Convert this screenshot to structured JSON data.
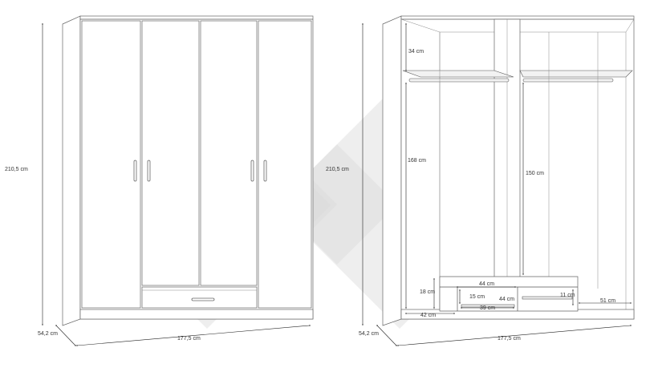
{
  "colors": {
    "line": "#555555",
    "dimension": "#222222",
    "watermark": "#d9d9d9",
    "background": "#ffffff"
  },
  "left_view": {
    "height_label": "210,5 cm",
    "depth_label": "54,2 cm",
    "width_label": "177,5 cm"
  },
  "right_view": {
    "height_label": "210,5 cm",
    "depth_label": "54,2 cm",
    "width_label": "177,5 cm",
    "top_shelf_label": "34 cm",
    "left_hang_label": "168 cm",
    "right_hang_label": "150 cm",
    "drawer_width_label": "44 cm",
    "drawer_height_label": "15 cm",
    "drawer_inner_label": "44 cm",
    "drawer_base_label": "39 cm",
    "left_shelf_height_label": "18 cm",
    "left_bottom_label": "42 cm",
    "right_drawer_height_label": "11 cm",
    "right_bottom_label": "51 cm"
  }
}
